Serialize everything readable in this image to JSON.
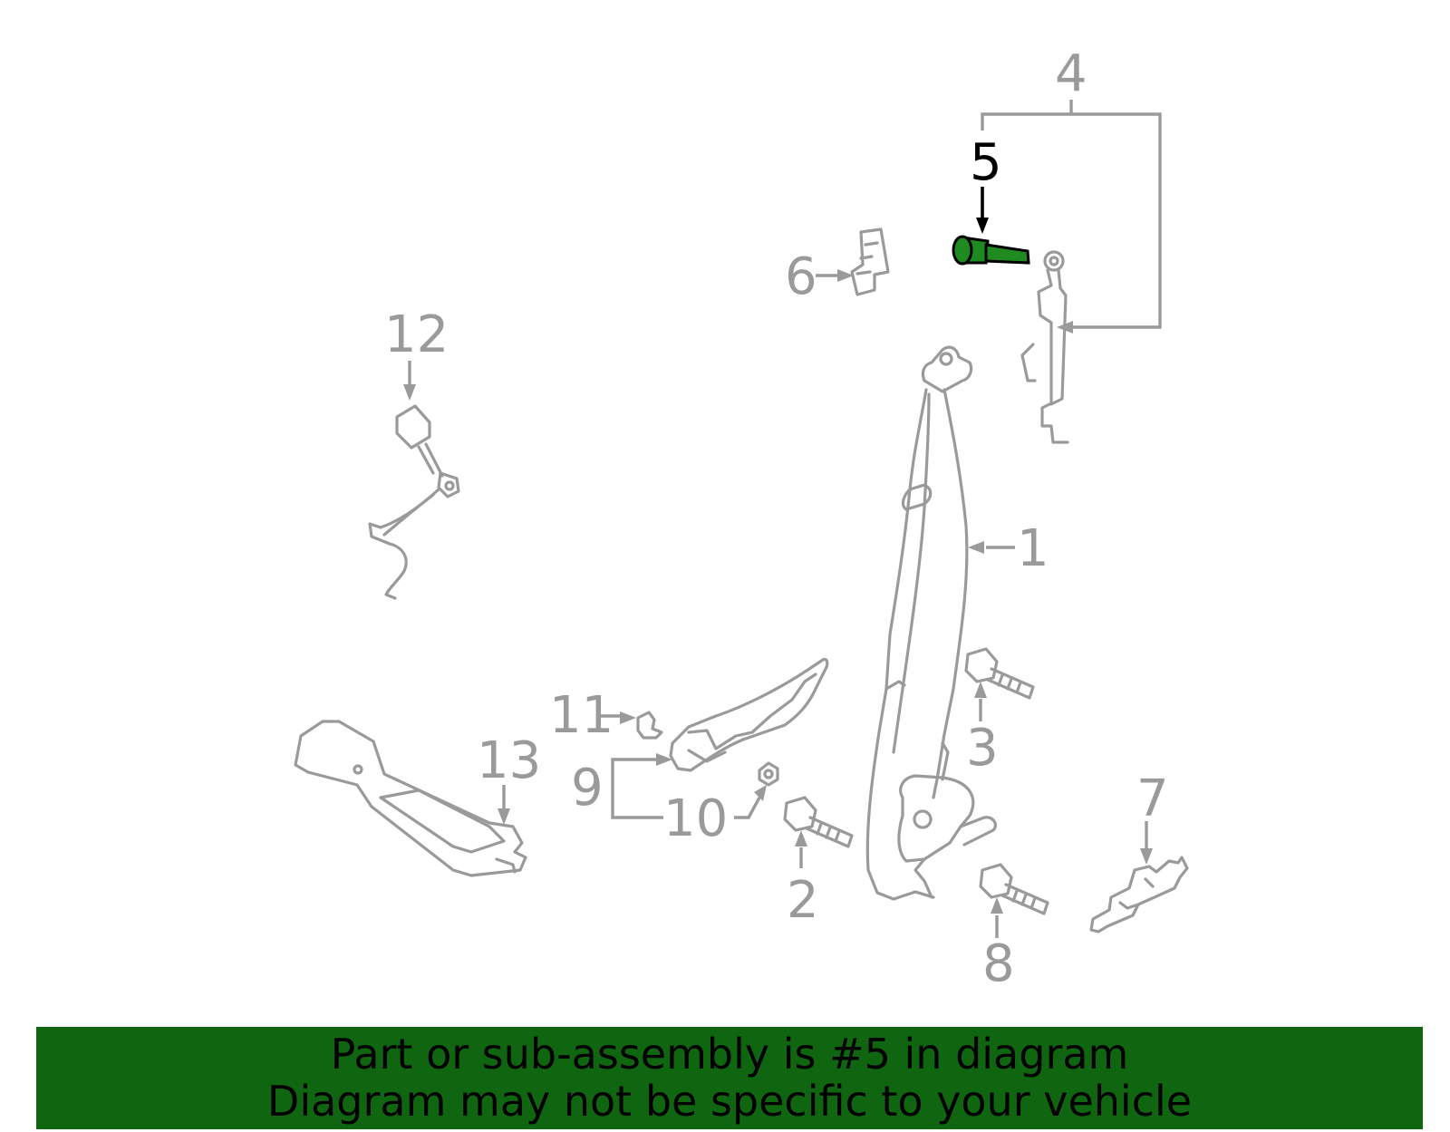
{
  "diagram": {
    "callouts": [
      "1",
      "2",
      "3",
      "4",
      "5",
      "6",
      "7",
      "8",
      "9",
      "10",
      "11",
      "12",
      "13"
    ],
    "highlighted_callout": "5",
    "colors": {
      "highlight_part": "#1f8a1f",
      "banner_background": "#106610",
      "part_outline": "#9a9a9a",
      "callout_text": "#9a9a9a",
      "highlight_text": "#000000"
    }
  },
  "banner": {
    "line1": "Part or sub-assembly is #5 in diagram",
    "line2": "Diagram may not be specific to your vehicle"
  }
}
